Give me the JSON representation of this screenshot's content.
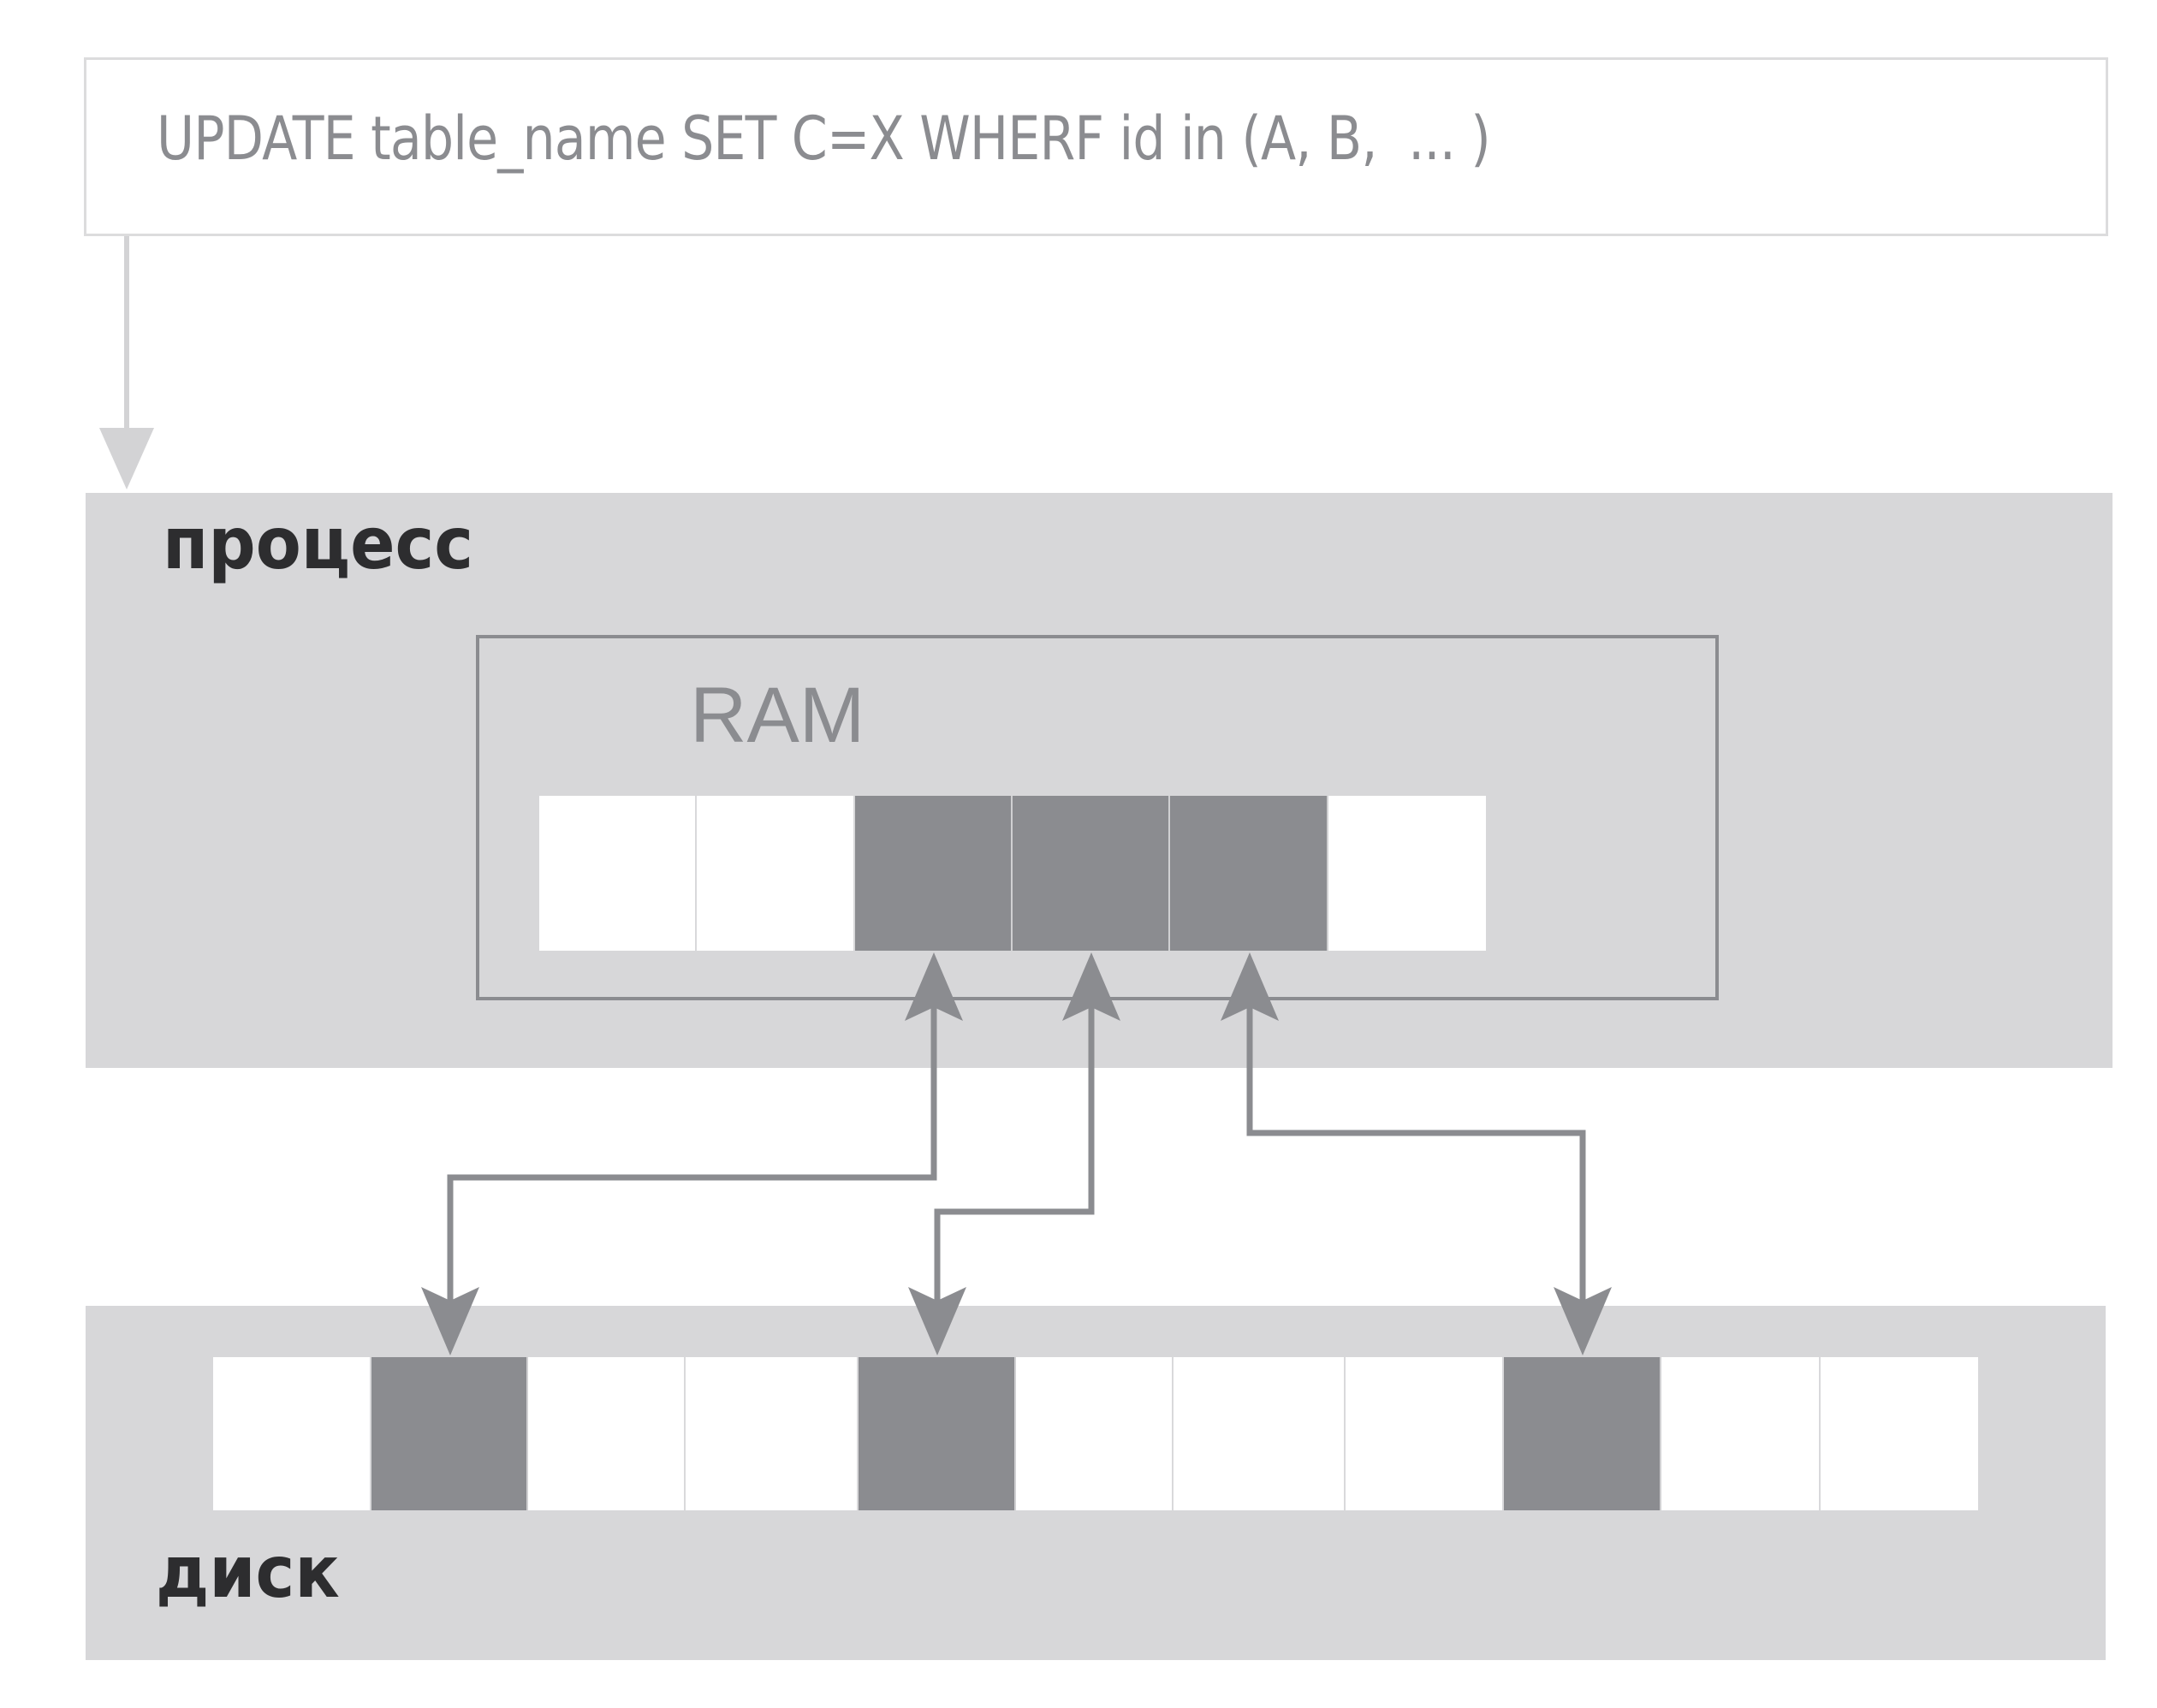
{
  "query": {
    "text": "UPDATE table_name SET C=X WHERF id in (A, B,  ... )"
  },
  "process": {
    "label": "процесс",
    "ram": {
      "label": "RAM",
      "cells": [
        "free",
        "free",
        "loaded",
        "loaded",
        "loaded",
        "free"
      ]
    }
  },
  "disk": {
    "label": "диск",
    "cells": [
      "free",
      "loaded",
      "free",
      "free",
      "loaded",
      "free",
      "free",
      "free",
      "loaded",
      "free",
      "free"
    ]
  },
  "links": [
    {
      "ram_cell": 2,
      "disk_cell": 1,
      "direction": "bidirectional"
    },
    {
      "ram_cell": 3,
      "disk_cell": 4,
      "direction": "bidirectional"
    },
    {
      "ram_cell": 4,
      "disk_cell": 8,
      "direction": "bidirectional"
    }
  ],
  "query_to_process": {
    "direction": "down"
  },
  "colors": {
    "panel": "#d7d7d9",
    "loaded_block": "#8b8c90",
    "free_block": "#ffffff",
    "arrow": "#8b8c90",
    "query_arrow": "#d3d3d5",
    "label_dark": "#2d2d2f",
    "text_gray": "#8b8c90"
  }
}
